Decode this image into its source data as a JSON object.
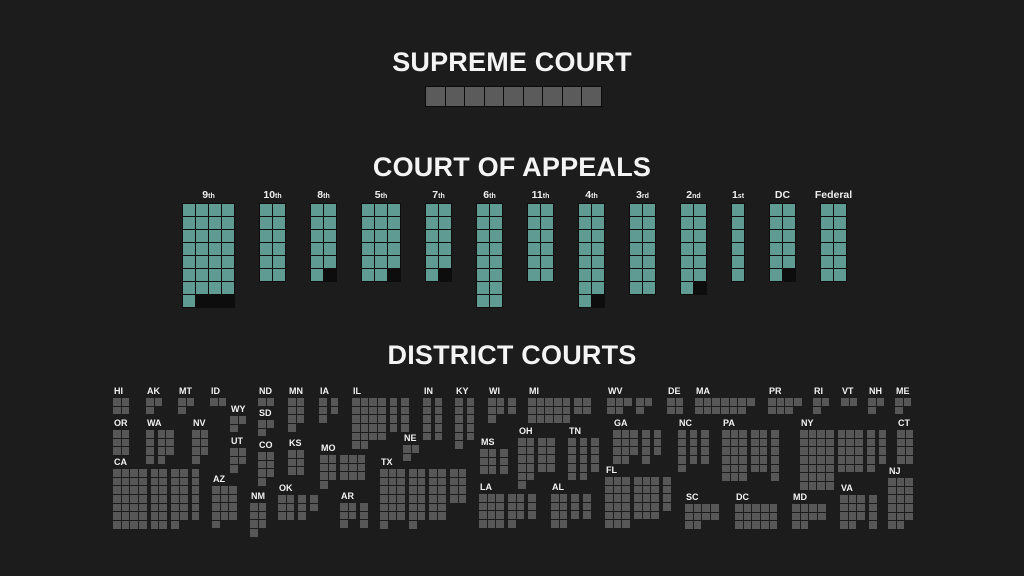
{
  "chart_data": {
    "type": "waffle",
    "colors": {
      "background": "#1c1c1c",
      "supreme": "#5b5b5b",
      "appeals": "#5f9a93",
      "district": "#575757"
    },
    "supreme_court": {
      "title": "SUPREME COURT",
      "seats": 9
    },
    "court_of_appeals": {
      "title": "COURT OF APPEALS",
      "circuits": [
        {
          "label": "9",
          "suffix": "th",
          "seats": 29,
          "cols": 4
        },
        {
          "label": "10",
          "suffix": "th",
          "seats": 12,
          "cols": 2
        },
        {
          "label": "8",
          "suffix": "th",
          "seats": 11,
          "cols": 2
        },
        {
          "label": "5",
          "suffix": "th",
          "seats": 17,
          "cols": 3
        },
        {
          "label": "7",
          "suffix": "th",
          "seats": 11,
          "cols": 2
        },
        {
          "label": "6",
          "suffix": "th",
          "seats": 16,
          "cols": 2
        },
        {
          "label": "11",
          "suffix": "th",
          "seats": 12,
          "cols": 2
        },
        {
          "label": "4",
          "suffix": "th",
          "seats": 15,
          "cols": 2
        },
        {
          "label": "3",
          "suffix": "rd",
          "seats": 14,
          "cols": 2
        },
        {
          "label": "2",
          "suffix": "nd",
          "seats": 13,
          "cols": 2
        },
        {
          "label": "1",
          "suffix": "st",
          "seats": 6,
          "cols": 1
        },
        {
          "label": "DC",
          "suffix": "",
          "seats": 11,
          "cols": 2
        },
        {
          "label": "Federal",
          "suffix": "",
          "seats": 12,
          "cols": 2
        }
      ]
    },
    "district_courts": {
      "title": "DISTRICT COURTS",
      "states": [
        {
          "code": "HI",
          "districts": [
            [
              4,
              2
            ]
          ]
        },
        {
          "code": "AK",
          "districts": [
            [
              3,
              2
            ]
          ]
        },
        {
          "code": "MT",
          "districts": [
            [
              3,
              2
            ]
          ]
        },
        {
          "code": "ID",
          "districts": [
            [
              2,
              2
            ]
          ]
        },
        {
          "code": "ND",
          "districts": [
            [
              2,
              2
            ]
          ]
        },
        {
          "code": "MN",
          "districts": [
            [
              7,
              2
            ]
          ]
        },
        {
          "code": "IA",
          "districts": [
            [
              3,
              1
            ],
            [
              2,
              1
            ]
          ]
        },
        {
          "code": "IL",
          "districts": [
            [
              22,
              4
            ],
            [
              4,
              1
            ],
            [
              4,
              1
            ]
          ]
        },
        {
          "code": "IN",
          "districts": [
            [
              5,
              1
            ],
            [
              5,
              1
            ]
          ]
        },
        {
          "code": "KY",
          "districts": [
            [
              6,
              1
            ],
            [
              5,
              1
            ]
          ]
        },
        {
          "code": "WI",
          "districts": [
            [
              5,
              2
            ],
            [
              2,
              1
            ]
          ]
        },
        {
          "code": "MI",
          "districts": [
            [
              15,
              5
            ],
            [
              4,
              2
            ]
          ]
        },
        {
          "code": "WV",
          "districts": [
            [
              5,
              3
            ],
            [
              3,
              2
            ]
          ]
        },
        {
          "code": "DE",
          "districts": [
            [
              4,
              2
            ]
          ]
        },
        {
          "code": "MA",
          "districts": [
            [
              13,
              7
            ]
          ]
        },
        {
          "code": "PR",
          "districts": [
            [
              7,
              4
            ]
          ]
        },
        {
          "code": "RI",
          "districts": [
            [
              3,
              2
            ]
          ]
        },
        {
          "code": "VT",
          "districts": [
            [
              2,
              2
            ]
          ]
        },
        {
          "code": "NH",
          "districts": [
            [
              3,
              2
            ]
          ]
        },
        {
          "code": "ME",
          "districts": [
            [
              3,
              2
            ]
          ]
        },
        {
          "code": "WY",
          "districts": [
            [
              3,
              2
            ]
          ]
        },
        {
          "code": "SD",
          "districts": [
            [
              3,
              2
            ]
          ]
        },
        {
          "code": "OR",
          "districts": [
            [
              6,
              2
            ]
          ]
        },
        {
          "code": "WA",
          "districts": [
            [
              4,
              1
            ],
            [
              7,
              2
            ]
          ]
        },
        {
          "code": "NV",
          "districts": [
            [
              7,
              2
            ]
          ]
        },
        {
          "code": "GA",
          "districts": [
            [
              11,
              3
            ],
            [
              4,
              1
            ],
            [
              3,
              1
            ]
          ]
        },
        {
          "code": "NC",
          "districts": [
            [
              5,
              1
            ],
            [
              4,
              1
            ],
            [
              4,
              1
            ]
          ]
        },
        {
          "code": "PA",
          "districts": [
            [
              18,
              3
            ],
            [
              10,
              2
            ],
            [
              6,
              1
            ]
          ]
        },
        {
          "code": "NY",
          "districts": [
            [
              28,
              4
            ],
            [
              15,
              3
            ],
            [
              5,
              1
            ],
            [
              4,
              1
            ]
          ]
        },
        {
          "code": "CT",
          "districts": [
            [
              8,
              2
            ]
          ]
        },
        {
          "code": "UT",
          "districts": [
            [
              5,
              2
            ]
          ]
        },
        {
          "code": "CO",
          "districts": [
            [
              7,
              2
            ]
          ]
        },
        {
          "code": "KS",
          "districts": [
            [
              6,
              2
            ]
          ]
        },
        {
          "code": "MO",
          "districts": [
            [
              7,
              2
            ],
            [
              9,
              3
            ]
          ]
        },
        {
          "code": "NE",
          "districts": [
            [
              3,
              2
            ]
          ]
        },
        {
          "code": "MS",
          "districts": [
            [
              6,
              2
            ],
            [
              3,
              1
            ]
          ]
        },
        {
          "code": "OH",
          "districts": [
            [
              11,
              2
            ],
            [
              8,
              2
            ]
          ]
        },
        {
          "code": "TN",
          "districts": [
            [
              5,
              1
            ],
            [
              5,
              1
            ],
            [
              4,
              1
            ]
          ]
        },
        {
          "code": "CA",
          "districts": [
            [
              28,
              4
            ],
            [
              14,
              2
            ],
            [
              13,
              2
            ],
            [
              6,
              1
            ]
          ]
        },
        {
          "code": "TX",
          "districts": [
            [
              19,
              3
            ],
            [
              13,
              2
            ],
            [
              12,
              2
            ],
            [
              8,
              2
            ]
          ]
        },
        {
          "code": "FL",
          "districts": [
            [
              18,
              3
            ],
            [
              15,
              3
            ],
            [
              4,
              1
            ]
          ]
        },
        {
          "code": "NJ",
          "districts": [
            [
              17,
              3
            ]
          ]
        },
        {
          "code": "AZ",
          "districts": [
            [
              13,
              3
            ]
          ]
        },
        {
          "code": "OK",
          "districts": [
            [
              6,
              2
            ],
            [
              3,
              1
            ],
            [
              2,
              1
            ]
          ]
        },
        {
          "code": "NM",
          "districts": [
            [
              7,
              2
            ]
          ]
        },
        {
          "code": "AR",
          "districts": [
            [
              5,
              2
            ],
            [
              3,
              1
            ]
          ]
        },
        {
          "code": "LA",
          "districts": [
            [
              12,
              3
            ],
            [
              7,
              2
            ],
            [
              3,
              1
            ]
          ]
        },
        {
          "code": "AL",
          "districts": [
            [
              8,
              2
            ],
            [
              3,
              1
            ],
            [
              3,
              1
            ]
          ]
        },
        {
          "code": "SC",
          "districts": [
            [
              10,
              4
            ]
          ]
        },
        {
          "code": "DC",
          "districts": [
            [
              15,
              5
            ]
          ]
        },
        {
          "code": "MD",
          "districts": [
            [
              10,
              4
            ]
          ]
        },
        {
          "code": "VA",
          "districts": [
            [
              11,
              3
            ],
            [
              4,
              1
            ]
          ]
        }
      ]
    }
  }
}
